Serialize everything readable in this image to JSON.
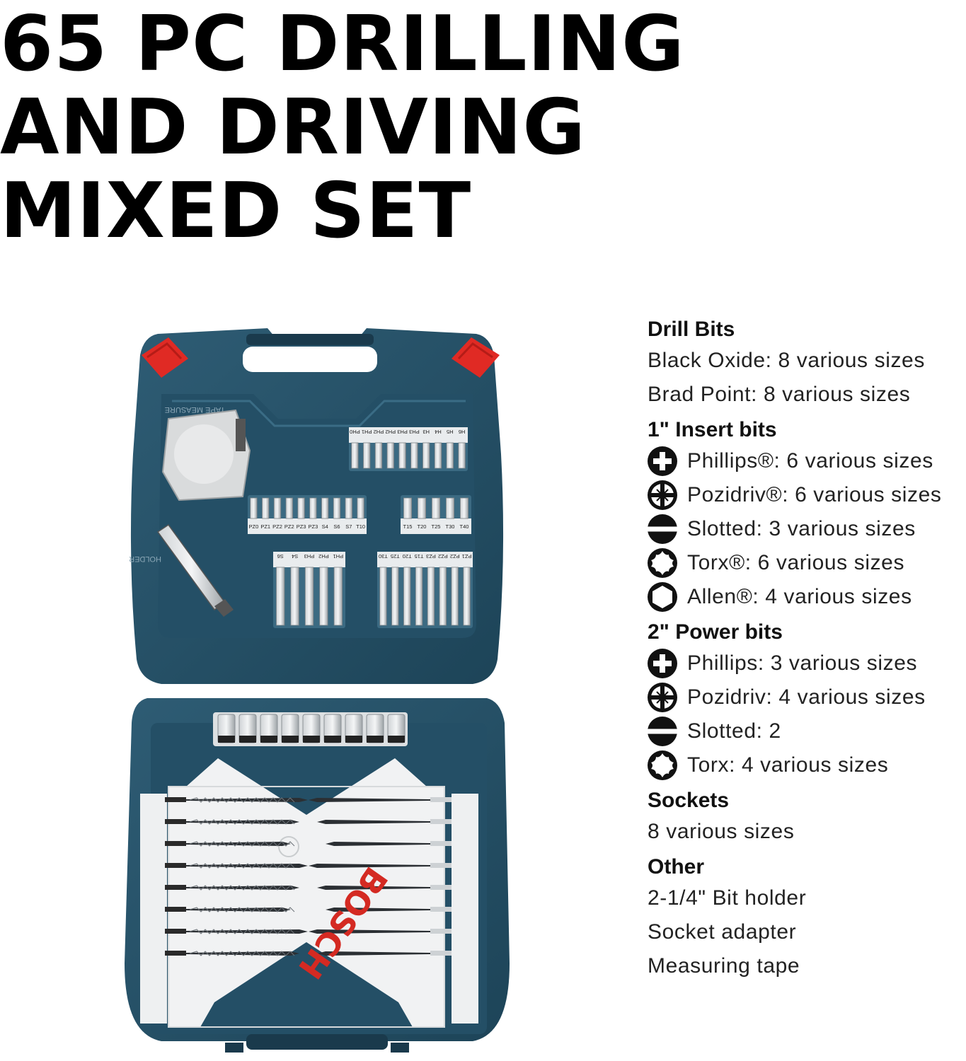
{
  "title": {
    "line1": "65 PC DRILLING",
    "line2": "AND DRIVING",
    "line3": "MIXED SET"
  },
  "case": {
    "brand": "BOSCH",
    "tape_label": "TAPE MEASURE",
    "holder_label": "HOLDER",
    "top_bit_labels": [
      "PH0",
      "PH1",
      "PH2",
      "PH2",
      "PH3",
      "PH3",
      "H3",
      "H4",
      "H5",
      "H6"
    ],
    "mid_bit_labels": [
      "PZ0",
      "PZ1",
      "PZ2",
      "PZ2",
      "PZ3",
      "PZ3",
      "S4",
      "S6",
      "S7",
      "T10"
    ],
    "torx_labels": [
      "T15",
      "T20",
      "T25",
      "T30",
      "T40"
    ],
    "power_left_labels": [
      "S6",
      "S4",
      "PH3",
      "PH2",
      "PH1"
    ],
    "power_right_labels": [
      "T30",
      "T25",
      "T20",
      "T15",
      "PZ3",
      "PZ2",
      "PZ2",
      "PZ1"
    ]
  },
  "specs": {
    "sections": [
      {
        "title": "Drill Bits",
        "items": [
          {
            "icon": "",
            "text": "Black Oxide: 8 various sizes"
          },
          {
            "icon": "",
            "text": "Brad Point: 8 various sizes"
          }
        ]
      },
      {
        "title": "1\" Insert bits",
        "items": [
          {
            "icon": "phillips-icon",
            "text": "Phillips®: 6 various sizes"
          },
          {
            "icon": "pozidriv-icon",
            "text": "Pozidriv®: 6 various sizes"
          },
          {
            "icon": "slotted-icon",
            "text": "Slotted: 3 various sizes"
          },
          {
            "icon": "torx-icon",
            "text": "Torx®: 6 various sizes"
          },
          {
            "icon": "allen-icon",
            "text": "Allen®: 4 various sizes"
          }
        ]
      },
      {
        "title": "2\" Power bits",
        "items": [
          {
            "icon": "phillips-icon",
            "text": "Phillips: 3 various sizes"
          },
          {
            "icon": "pozidriv-icon",
            "text": "Pozidriv: 4 various sizes"
          },
          {
            "icon": "slotted-icon",
            "text": "Slotted: 2"
          },
          {
            "icon": "torx-icon",
            "text": "Torx: 4 various sizes"
          }
        ]
      },
      {
        "title": "Sockets",
        "items": [
          {
            "icon": "",
            "text": "8 various sizes"
          }
        ]
      },
      {
        "title": "Other",
        "items": [
          {
            "icon": "",
            "text": "2-1/4\" Bit holder"
          },
          {
            "icon": "",
            "text": "Socket adapter"
          },
          {
            "icon": "",
            "text": "Measuring tape"
          }
        ]
      }
    ]
  }
}
